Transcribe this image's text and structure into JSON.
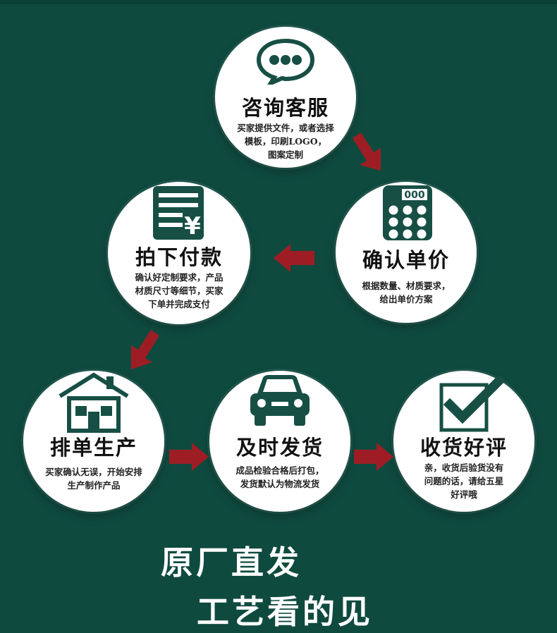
{
  "steps": [
    {
      "id": "consult",
      "title": "咨询客服",
      "desc": [
        "买家提供文件，或者选择",
        "模板，印刷LOGO，",
        "图案定制"
      ],
      "icon": "chat-bubble-icon"
    },
    {
      "id": "quote",
      "title": "确认单价",
      "desc": [
        "根据数量、材质要求，",
        "给出单价方案"
      ],
      "icon": "calculator-icon",
      "icon_text": "000"
    },
    {
      "id": "payment",
      "title": "拍下付款",
      "desc": [
        "确认好定制要求，产品",
        "材质尺寸等细节，买家",
        "下单并完成支付"
      ],
      "icon": "invoice-yen-icon",
      "icon_text": "¥"
    },
    {
      "id": "production",
      "title": "排单生产",
      "desc": [
        "买家确认无误，开始安排",
        "生产制作产品"
      ],
      "icon": "house-factory-icon"
    },
    {
      "id": "shipping",
      "title": "及时发货",
      "desc": [
        "成品检验合格后打包，",
        "发货默认为物流发货"
      ],
      "icon": "car-icon"
    },
    {
      "id": "review",
      "title": "收货好评",
      "desc": [
        "亲，收货后验货没有",
        "问题的话，请给五星",
        "好评哦"
      ],
      "icon": "checkbox-check-icon"
    }
  ],
  "slogan": {
    "line1": "原厂直发",
    "line2": "工艺看的见"
  },
  "colors": {
    "background": "#0f4a3f",
    "icon": "#174f45",
    "arrow": "#9e1d24",
    "circle": "#ffffff"
  }
}
